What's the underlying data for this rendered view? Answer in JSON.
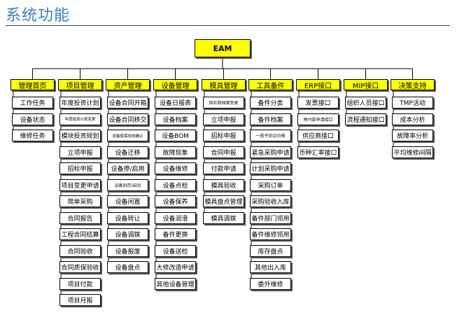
{
  "header": {
    "title": "系统功能"
  },
  "root": "EAM",
  "colors": {
    "node_fill": "#ffff00",
    "item_fill": "#ffffff",
    "title_color": "#3d7bc2"
  },
  "categories": [
    {
      "label": "管理首页",
      "items": [
        "工作任务",
        "设备状态",
        "维修任务"
      ]
    },
    {
      "label": "项目管理",
      "items": [
        "年度投资计划",
        "年度投资计划变更",
        "模块投资规划",
        "立项申报",
        "招标申报",
        "项目变更申请",
        "简单采购",
        "合同报告",
        "工程合同结算",
        "合同验收",
        "合同质保验收",
        "项目付款",
        "项目月报"
      ]
    },
    {
      "label": "资产管理",
      "items": [
        "设备合同开箱",
        "设备合同移交",
        "设备借保验收确认",
        "设备迁移",
        "设备停/启用",
        "设备封存/启封",
        "设备闲置",
        "设备转让",
        "设备调拨",
        "设备报废",
        "设备盘点"
      ]
    },
    {
      "label": "设备管理",
      "items": [
        "设备日报表",
        "设备档案",
        "设备BOM",
        "故障现象",
        "设备维修",
        "设备点检",
        "设备保养",
        "设备润滑",
        "备件更换",
        "设备送检",
        "大修改造申请",
        "其他设备管理"
      ]
    },
    {
      "label": "模具管理",
      "items": [
        "供应商档案变更",
        "立项申报",
        "招标申报",
        "合同申报",
        "付款申请",
        "模具验收",
        "模具盘点管理",
        "模具调拨"
      ]
    },
    {
      "label": "工具备件",
      "items": [
        "备件分类",
        "备件档案",
        "一揽子协议价格",
        "紧急采购申请",
        "计划采购申请",
        "采购订单",
        "采购验收入库",
        "备件部门领用",
        "备件维修领用",
        "库存盘点",
        "其他出入库",
        "委外维修"
      ]
    },
    {
      "label": "ERP接口",
      "items": [
        "发票接口",
        "预付款申请接口",
        "供应商接口",
        "币种汇率接口"
      ]
    },
    {
      "label": "MIP接口",
      "items": [
        "组织人员接口",
        "流程通知接口"
      ]
    },
    {
      "label": "决策支持",
      "items": [
        "TMP活动",
        "成本分析",
        "故障率分析",
        "平均维修间隔"
      ]
    }
  ]
}
